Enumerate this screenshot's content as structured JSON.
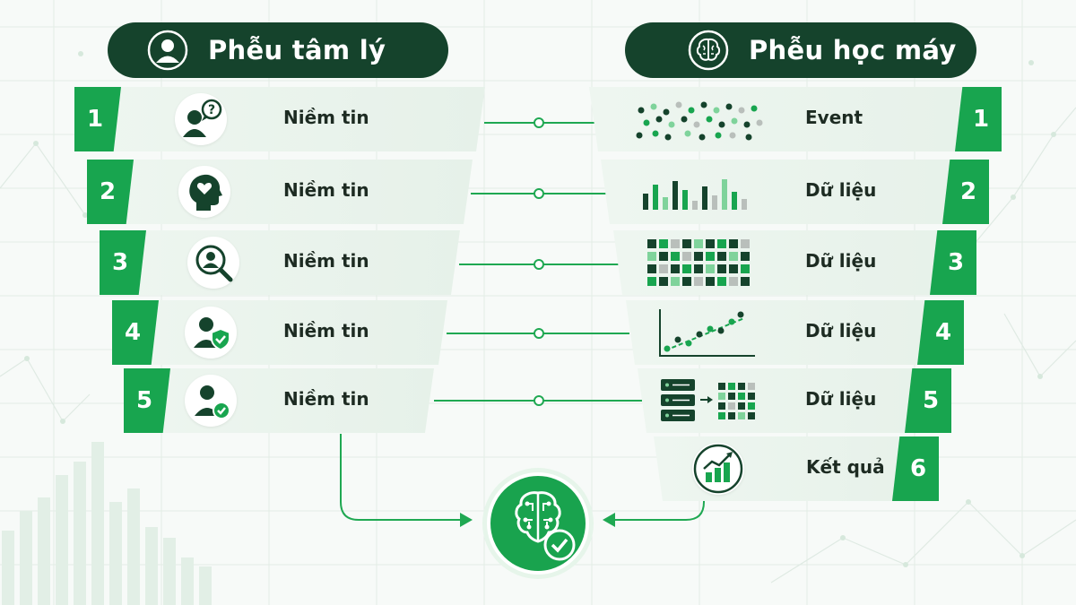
{
  "left_funnel": {
    "title": "Phễu tâm lý",
    "steps": [
      {
        "number": "1",
        "label": "Niềm tin",
        "icon": "person-question-icon"
      },
      {
        "number": "2",
        "label": "Niềm tin",
        "icon": "head-heart-icon"
      },
      {
        "number": "3",
        "label": "Niềm tin",
        "icon": "person-search-icon"
      },
      {
        "number": "4",
        "label": "Niềm tin",
        "icon": "person-shield-icon"
      },
      {
        "number": "5",
        "label": "Niềm tin",
        "icon": "person-check-icon"
      }
    ]
  },
  "right_funnel": {
    "title": "Phễu học máy",
    "steps": [
      {
        "number": "1",
        "label": "Event",
        "icon": "event-dots-icon"
      },
      {
        "number": "2",
        "label": "Dữ liệu",
        "icon": "bar-columns-icon"
      },
      {
        "number": "3",
        "label": "Dữ liệu",
        "icon": "grid-matrix-icon"
      },
      {
        "number": "4",
        "label": "Dữ liệu",
        "icon": "scatter-trend-icon"
      },
      {
        "number": "5",
        "label": "Dữ liệu",
        "icon": "server-to-grid-icon"
      },
      {
        "number": "6",
        "label": "Kết quả",
        "icon": "growth-chart-icon"
      }
    ]
  },
  "center": {
    "icon": "brain-check-icon"
  },
  "colors": {
    "dark_green": "#15432c",
    "accent_green": "#18a54f",
    "light_green": "#7fd39b",
    "gray": "#b9bfbb",
    "row_bg": "#eaf4ed",
    "connector": "#1fa852"
  }
}
